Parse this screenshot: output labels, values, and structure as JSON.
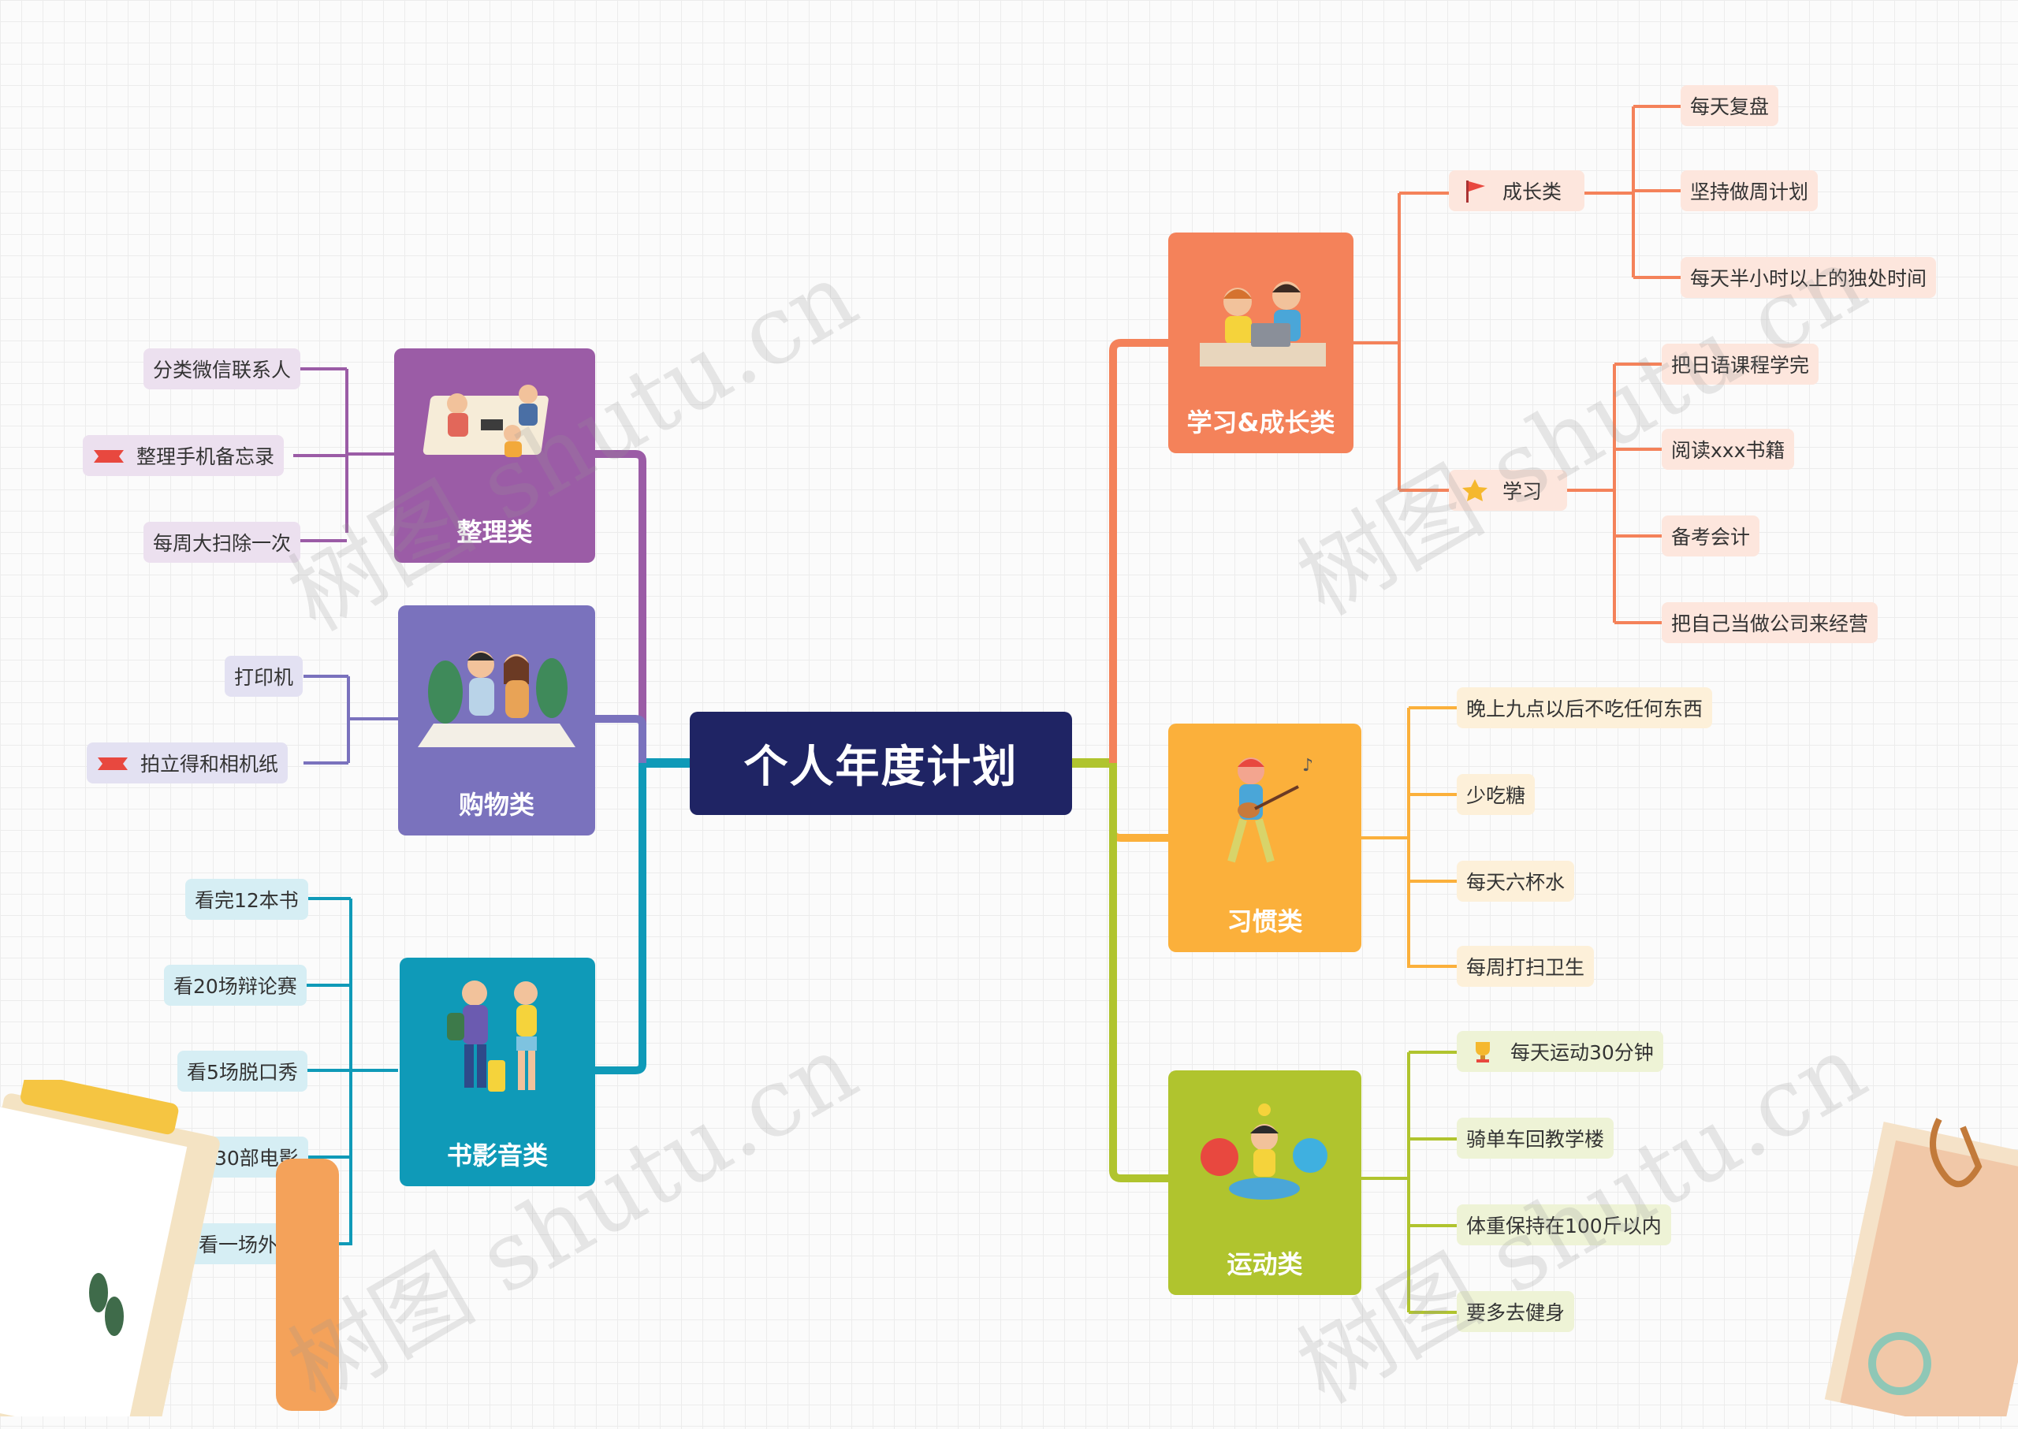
{
  "title": "个人年度计划",
  "colors": {
    "center": "#1f2464",
    "purple": "#9b5ca6",
    "indigo": "#7a72bd",
    "teal": "#0f9ab8",
    "orange": "#f4825a",
    "amber": "#fbb03b",
    "lime": "#b0c42e"
  },
  "left_branches": [
    {
      "label": "整理类",
      "color": "purple",
      "icon": "family-cleaning-illustration",
      "items": [
        {
          "text": "分类微信联系人",
          "icon": null
        },
        {
          "text": "整理手机备忘录",
          "icon": "red-ribbon-icon"
        },
        {
          "text": "每周大扫除一次",
          "icon": null
        }
      ]
    },
    {
      "label": "购物类",
      "color": "indigo",
      "icon": "couple-shopping-illustration",
      "items": [
        {
          "text": "打印机",
          "icon": null
        },
        {
          "text": "拍立得和相机纸",
          "icon": "red-ribbon-icon"
        }
      ]
    },
    {
      "label": "书影音类",
      "color": "teal",
      "icon": "travelers-illustration",
      "items": [
        {
          "text": "看完12本书",
          "icon": null
        },
        {
          "text": "看20场辩论赛",
          "icon": null
        },
        {
          "text": "看5场脱口秀",
          "icon": null
        },
        {
          "text": "看30部电影",
          "icon": null
        },
        {
          "text": "每周看一场外刊",
          "icon": null
        }
      ]
    }
  ],
  "right_branches": [
    {
      "label": "学习&成长类",
      "color": "orange",
      "icon": "students-laptop-illustration",
      "groups": [
        {
          "label": "成长类",
          "icon": "flag-icon",
          "items": [
            "每天复盘",
            "坚持做周计划",
            "每天半小时以上的独处时间"
          ]
        },
        {
          "label": "学习",
          "icon": "star-icon",
          "items": [
            "把日语课程学完",
            "阅读xxx书籍",
            "备考会计",
            "把自己当做公司来经营"
          ]
        }
      ]
    },
    {
      "label": "习惯类",
      "color": "amber",
      "icon": "guitar-player-illustration",
      "items": [
        "晚上九点以后不吃任何东西",
        "少吃糖",
        "每天六杯水",
        "每周打扫卫生"
      ]
    },
    {
      "label": "运动类",
      "color": "lime",
      "icon": "meditation-illustration",
      "items": [
        {
          "text": "每天运动30分钟",
          "icon": "trophy-icon"
        },
        {
          "text": "骑单车回教学楼",
          "icon": null
        },
        {
          "text": "体重保持在100斤以内",
          "icon": null
        },
        {
          "text": "要多去健身",
          "icon": null
        }
      ]
    }
  ],
  "watermark": "树图 shutu.cn"
}
